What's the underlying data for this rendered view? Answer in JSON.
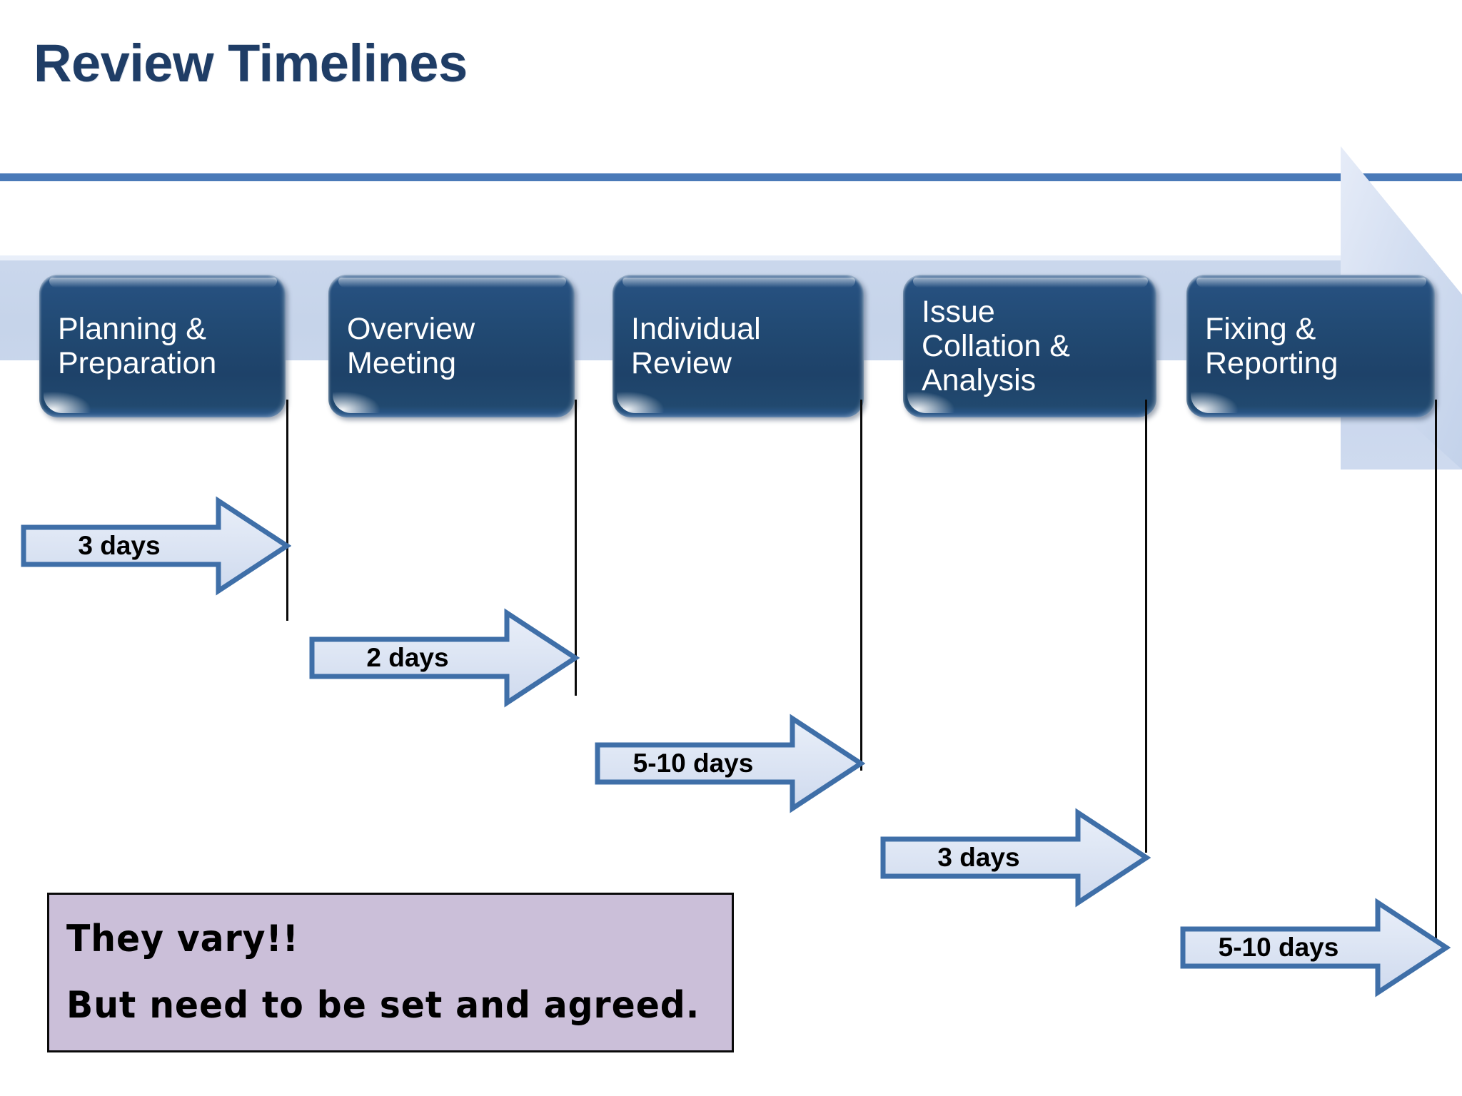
{
  "slide": {
    "title": "Review Timelines",
    "title_color": "#1F3D66",
    "rule_color": "#4A7AB8",
    "background_color": "#FFFFFF"
  },
  "process_band": {
    "band_color": "#C8D6EC",
    "arrow_name": "process-flow-arrow",
    "phases": [
      {
        "label": "Planning &\nPreparation"
      },
      {
        "label": "Overview\nMeeting"
      },
      {
        "label": "Individual\nReview"
      },
      {
        "label": "Issue\nCollation &\nAnalysis"
      },
      {
        "label": "Fixing &\nReporting"
      }
    ],
    "phase_box_color": "#21496F",
    "phase_text_color": "#FFFFFF"
  },
  "durations": [
    {
      "label": "3 days",
      "from_phase": "Planning & Preparation",
      "to_phase": "Overview Meeting"
    },
    {
      "label": "2 days",
      "from_phase": "Overview Meeting",
      "to_phase": "Individual Review"
    },
    {
      "label": "5-10 days",
      "from_phase": "Individual Review",
      "to_phase": "Issue Collation & Analysis"
    },
    {
      "label": "3 days",
      "from_phase": "Issue Collation & Analysis",
      "to_phase": "Fixing & Reporting"
    },
    {
      "label": "5-10 days",
      "from_phase": "Fixing & Reporting",
      "to_phase": ""
    }
  ],
  "duration_arrow_fill": "#DCE4F2",
  "duration_arrow_stroke": "#3F6FA8",
  "note": {
    "line1": "They vary!!",
    "line2": "But need to be set and agreed.",
    "fill_color": "#CBBFD9",
    "border_color": "#0A0A0A"
  }
}
